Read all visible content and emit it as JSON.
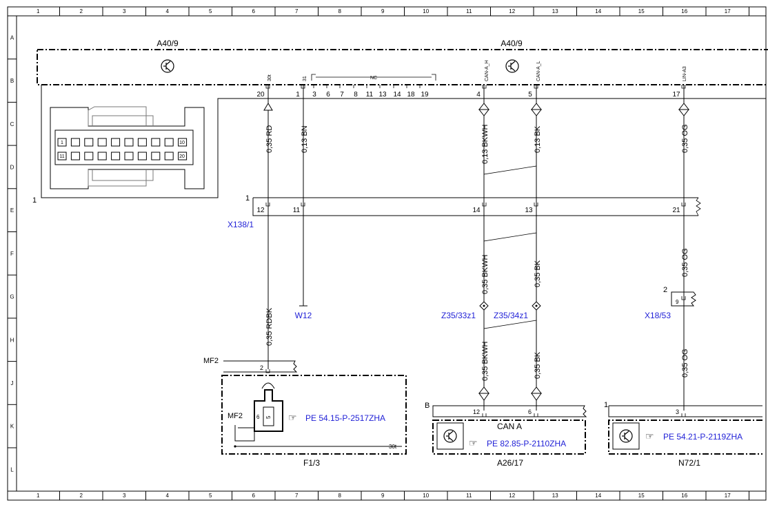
{
  "grid": {
    "columns": [
      "1",
      "2",
      "3",
      "4",
      "5",
      "6",
      "7",
      "8",
      "9",
      "10",
      "11",
      "12",
      "13",
      "14",
      "15",
      "16",
      "17"
    ],
    "rows": [
      "A",
      "B",
      "C",
      "D",
      "E",
      "F",
      "G",
      "H",
      "J",
      "K",
      "L"
    ]
  },
  "components": {
    "a40_left": "A40/9",
    "a40_right": "A40/9",
    "connector_left_label": "1",
    "connector_pin_1": "1",
    "connector_pin_10": "10",
    "connector_pin_11": "11",
    "connector_pin_20": "20",
    "x138_label": "X138/1",
    "x138_one": "1",
    "w12": "W12",
    "z35_33": "Z35/33z1",
    "z35_34": "Z35/34z1",
    "x18": "X18/53",
    "x18_pin_top": "2",
    "x18_pin": "9",
    "mf2_top": "MF2",
    "mf2_pin": "2",
    "mf2_inner": "MF2",
    "fuse_pin_6": "6",
    "fuse_pin_5": "5",
    "f13_ref": "PE 54.15-P-2517ZHA",
    "f13_30t": "30t",
    "f13_label": "F1/3",
    "b_label": "B",
    "a26_pin_12": "12",
    "a26_pin_6": "6",
    "can_a": "CAN A",
    "a26_ref": "PE 82.85-P-2110ZHA",
    "a26_label": "A26/17",
    "n72_one": "1",
    "n72_pin_3": "3",
    "n72_ref": "PE 54.21-P-2119ZHA",
    "n72_label": "N72/1"
  },
  "a40_pins": {
    "p20": "20",
    "p1": "1",
    "p3": "3",
    "p6": "6",
    "p7": "7",
    "p8": "8",
    "p11": "11",
    "p13": "13",
    "p14": "14",
    "p18": "18",
    "p19": "19",
    "p4": "4",
    "p5": "5",
    "p17": "17",
    "sig_30t": "30t",
    "sig_31": "31",
    "sig_nc": "NC",
    "sig_can_h": "CAN-A_H",
    "sig_can_l": "CAN-A_L",
    "sig_lin": "LIN-A3"
  },
  "x138_pins": {
    "p12": "12",
    "p11": "11",
    "p14": "14",
    "p13": "13",
    "p21": "21"
  },
  "wires": {
    "w1_top": "0,35 RD",
    "w2_top": "0,13 BN",
    "w3_top": "0,13 BKWH",
    "w4_top": "0,13 BK",
    "w5_top": "0,35 OG",
    "w1_mid": "0,35 RDBK",
    "w3_mid": "0,35 BKWH",
    "w4_mid": "0,35 BK",
    "w5_mid": "0,35 OG",
    "w3_low": "0,35 BKWH",
    "w4_low": "0,35 BK",
    "w5_low": "0,35 OG"
  }
}
